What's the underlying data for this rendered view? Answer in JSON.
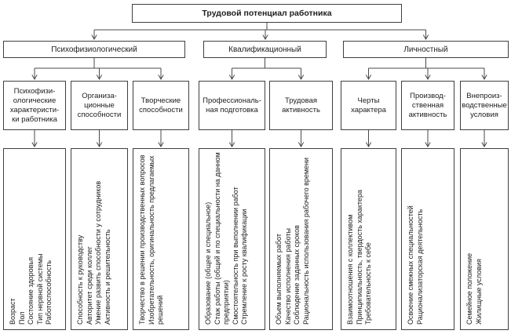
{
  "title": "Трудовой потенциал работника",
  "colors": {
    "border": "#3f3f3f",
    "line": "#4a4a4a",
    "text": "#1d1d1d",
    "background": "#ffffff"
  },
  "groups": [
    {
      "label": "Психофизиологический"
    },
    {
      "label": "Квалификационный"
    },
    {
      "label": "Личностный"
    }
  ],
  "columns": [
    {
      "header": "Психофизи-\nологические\nхарактеристи-\nки работника",
      "items": [
        "Возраст",
        "Пол",
        "Состояние здоровья",
        "Тип нервной системы",
        "Работоспособность"
      ]
    },
    {
      "header": "Организа-\nционные\nспособности",
      "items": [
        "Способность к руководству",
        "Авторитет среди коллег",
        "Умение развить способности у сотрудников",
        "Активность и решительность"
      ]
    },
    {
      "header": "Творческие\nспособности",
      "items": [
        "Творчество в решении производственных вопросов",
        "Изобретательность, оригинальность предлагаемых решений"
      ]
    },
    {
      "header": "Профессиональ-\nная подготовка",
      "items": [
        "Образование (общее и специальное)",
        "Стаж работы (общий и по специальности на данном предприятии)",
        "Смостоятельность при выполнении работ",
        "Стремление к росту квалификации"
      ]
    },
    {
      "header": "Трудовая\nактивность",
      "items": [
        "Объем выполняемых работ",
        "Качество исполнения работы",
        "Соблюдение заданных сроков",
        "Рациональность использования рабочего времени"
      ]
    },
    {
      "header": "Черты\nхарактера",
      "items": [
        "Взаимоотношения с коллективом",
        "Принципиальность, твердость характера",
        "Требовательность к себе"
      ]
    },
    {
      "header": "Производ-\nственная\nактивность",
      "items": [
        "Освоение смежных специальностей",
        "Рационализаторская деятельность"
      ]
    },
    {
      "header": "Внепроиз-\nводственные\nусловия",
      "items": [
        "Семейное положение",
        "Жилищные условия"
      ]
    }
  ]
}
